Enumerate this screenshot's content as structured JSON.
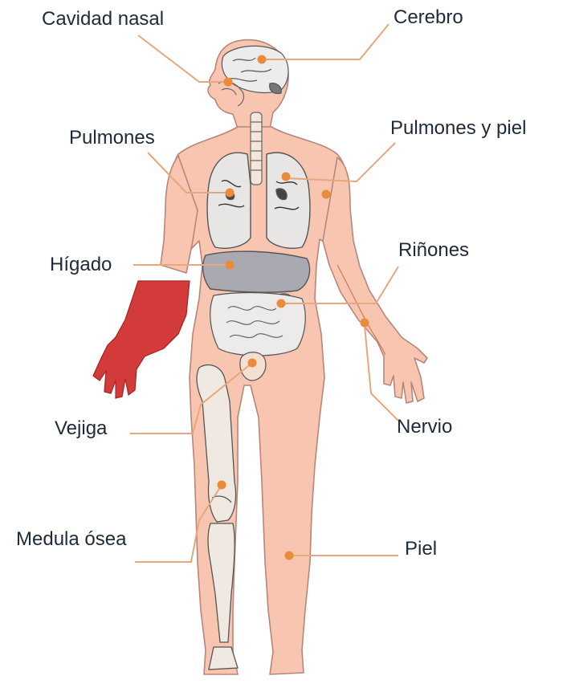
{
  "labels": {
    "nasal": "Cavidad nasal",
    "brain": "Cerebro",
    "lungs": "Pulmones",
    "lungs_skin": "Pulmones y piel",
    "liver": "Hígado",
    "kidneys": "Riñones",
    "bladder": "Vejiga",
    "nerve": "Nervio",
    "marrow": "Medula ósea",
    "skin": "Piel"
  },
  "colors": {
    "skin": "#f8c6b0",
    "skin_outline": "#b8857a",
    "leader": "#e6a77f",
    "marker": "#ec8a3c",
    "highlight_arm": "#d33a3a",
    "liver_fill": "#a9a9b2",
    "lung_fill": "#e8e6e4",
    "bone_fill": "#efe9e2",
    "label_text": "#1f2a38"
  }
}
